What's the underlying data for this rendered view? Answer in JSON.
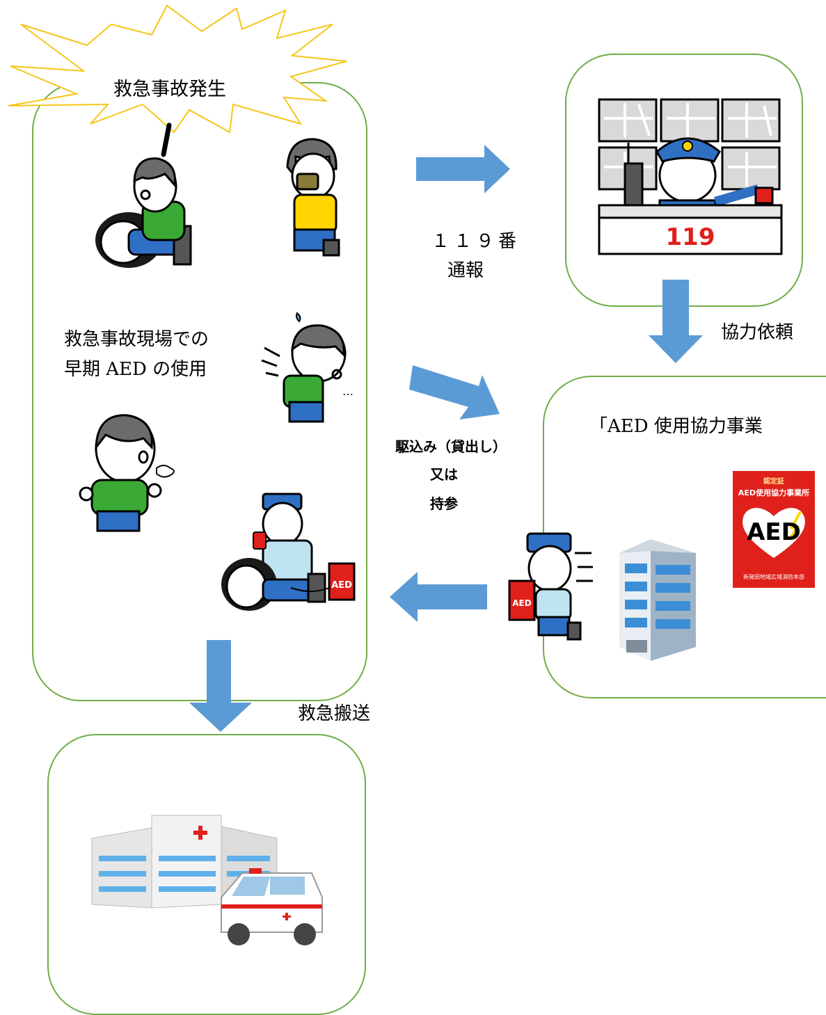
{
  "burst": {
    "text": "救急事故発生"
  },
  "scene": {
    "line1": "救急事故現場での",
    "line2": "早期 AED の使用"
  },
  "call": {
    "line1": "１１９番",
    "line2": "通報"
  },
  "dispatch": {
    "sign": "119"
  },
  "request": {
    "text": "協力依頼"
  },
  "business": {
    "title": "「AED 使用協力事業"
  },
  "delivery": {
    "line1": "駆込み（貸出し）",
    "line2": "又は",
    "line3": "持参"
  },
  "transport": {
    "text": "救急搬送"
  },
  "certificate": {
    "heading": "認定証",
    "title": "AED使用協力事業所",
    "logo": "AED",
    "issuer": "新発田地域広域消防本部"
  },
  "aed_box_text": "AED",
  "colors": {
    "panel_border": "#70ad47",
    "arrow": "#5b9bd5",
    "burst_stroke": "#f5c518",
    "certificate_red": "#e0201b",
    "shirt_green": "#3aa935",
    "hat_blue": "#2f6fc4"
  }
}
